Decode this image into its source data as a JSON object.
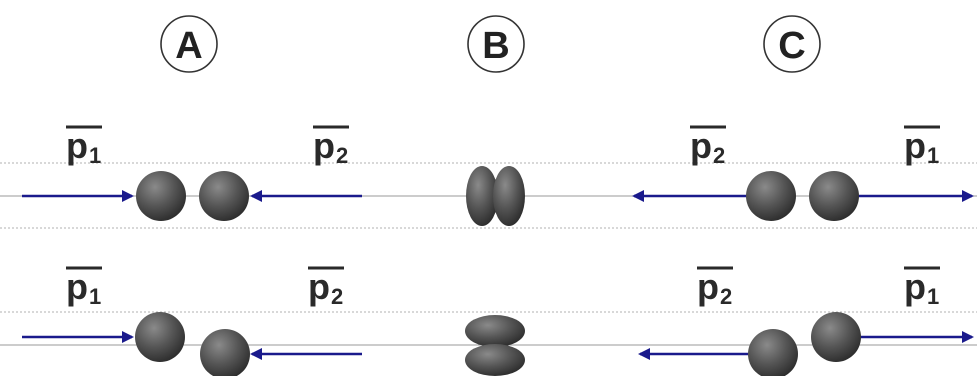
{
  "stages": [
    {
      "label": "A"
    },
    {
      "label": "B"
    },
    {
      "label": "C"
    }
  ],
  "momentum_labels": {
    "row1_left": {
      "letter": "p",
      "sub": "1"
    },
    "row1_mid": {
      "letter": "p",
      "sub": "2"
    },
    "row1_c_left": {
      "letter": "p",
      "sub": "2"
    },
    "row1_c_right": {
      "letter": "p",
      "sub": "1"
    },
    "row2_left": {
      "letter": "p",
      "sub": "1"
    },
    "row2_mid": {
      "letter": "p",
      "sub": "2"
    },
    "row2_c_left": {
      "letter": "p",
      "sub": "2"
    },
    "row2_c_right": {
      "letter": "p",
      "sub": "1"
    }
  },
  "colors": {
    "arrow": "#1a1a8c",
    "particle": "#4a4a4a",
    "axis_line": "#9a9a9a",
    "dotted_line": "#b0b0b0"
  }
}
